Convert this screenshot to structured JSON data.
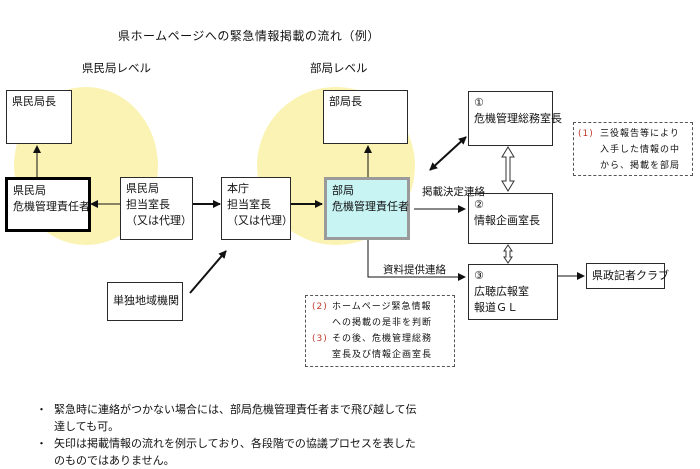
{
  "title": "県ホームページへの緊急情報掲載の流れ（例）",
  "levels": {
    "prefecture": "県民局レベル",
    "department": "部局レベル"
  },
  "boxes": {
    "kenminkyoku_cho": [
      "県民局長"
    ],
    "kenminkyoku_kiki": [
      "県民局",
      "危機管理責任者"
    ],
    "kenminkyoku_tanto": [
      "県民局",
      "担当室長",
      "（又は代理）"
    ],
    "honcho_tanto": [
      "本庁",
      "担当室長",
      "（又は代理）"
    ],
    "bukyoku_cho": [
      "部局長"
    ],
    "bukyoku_kiki": [
      "部局",
      "危機管理責任者"
    ],
    "kiki_somu": [
      "①",
      "危機管理総務室長"
    ],
    "joho_kikaku": [
      "②",
      "情報企画室長"
    ],
    "kocho": [
      "③",
      "広聴広報室",
      "報道ＧＬ"
    ],
    "kisha_club": [
      "県政記者クラブ"
    ],
    "tandoku": [
      "単独地域機関"
    ]
  },
  "labels": {
    "keisai_kettei": "掲載決定連絡",
    "shiryo_teikyo": "資料提供連絡"
  },
  "notes": {
    "right": [
      {
        "num": "(1)",
        "text": "三役報告等により"
      },
      {
        "num": "",
        "text": "入手した情報の中"
      },
      {
        "num": "",
        "text": "から、掲載を部局"
      }
    ],
    "bottom": [
      {
        "num": "(2)",
        "text": "ホームページ緊急情報"
      },
      {
        "num": "",
        "text": "への掲載の是非を判断"
      },
      {
        "num": "(3)",
        "text": "その後、危機管理総務"
      },
      {
        "num": "",
        "text": "室長及び情報企画室長"
      }
    ]
  },
  "footnotes": [
    {
      "bullet": "・",
      "lines": [
        "緊急時に連絡がつかない場合には、部局危機管理責任者まで飛び越して伝",
        "達しても可。"
      ]
    },
    {
      "bullet": "・",
      "lines": [
        "矢印は掲載情報の流れを例示しており、各段階での協議プロセスを表した",
        "のものではありません。"
      ]
    }
  ],
  "colors": {
    "circle_fill": "#fbf3b3",
    "highlight_fill": "#c8f4f4",
    "note_number": "#c0392b"
  }
}
